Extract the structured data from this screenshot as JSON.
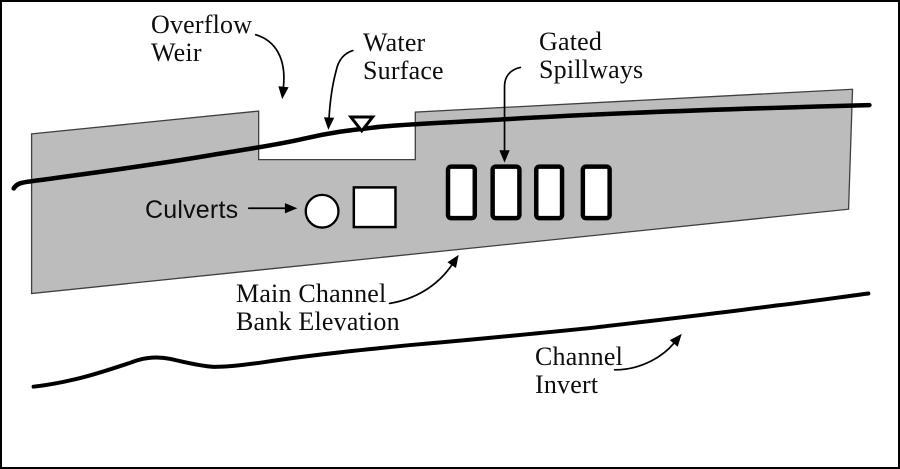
{
  "labels": {
    "overflow_weir": {
      "line1": "Overflow",
      "line2": "Weir"
    },
    "water_surface": {
      "line1": "Water",
      "line2": "Surface"
    },
    "gated_spillways": {
      "line1": "Gated",
      "line2": "Spillways"
    },
    "culverts": {
      "line1": "Culverts"
    },
    "main_channel_bank": {
      "line1": "Main Channel",
      "line2": "Bank Elevation"
    },
    "channel_invert": {
      "line1": "Channel",
      "line2": "Invert"
    }
  },
  "colors": {
    "embankment_fill": "#bcbcbc",
    "embankment_outline": "#3f3f3f",
    "line_color": "#000000",
    "opening_fill": "#ffffff",
    "text_color": "#0d0d0d",
    "background": "#ffffff",
    "border": "#000000"
  },
  "shapes": {
    "gated_spillways_count": 4,
    "culvert_shapes": [
      "circle",
      "square"
    ],
    "water_surface_marker": "open-triangle-down"
  }
}
